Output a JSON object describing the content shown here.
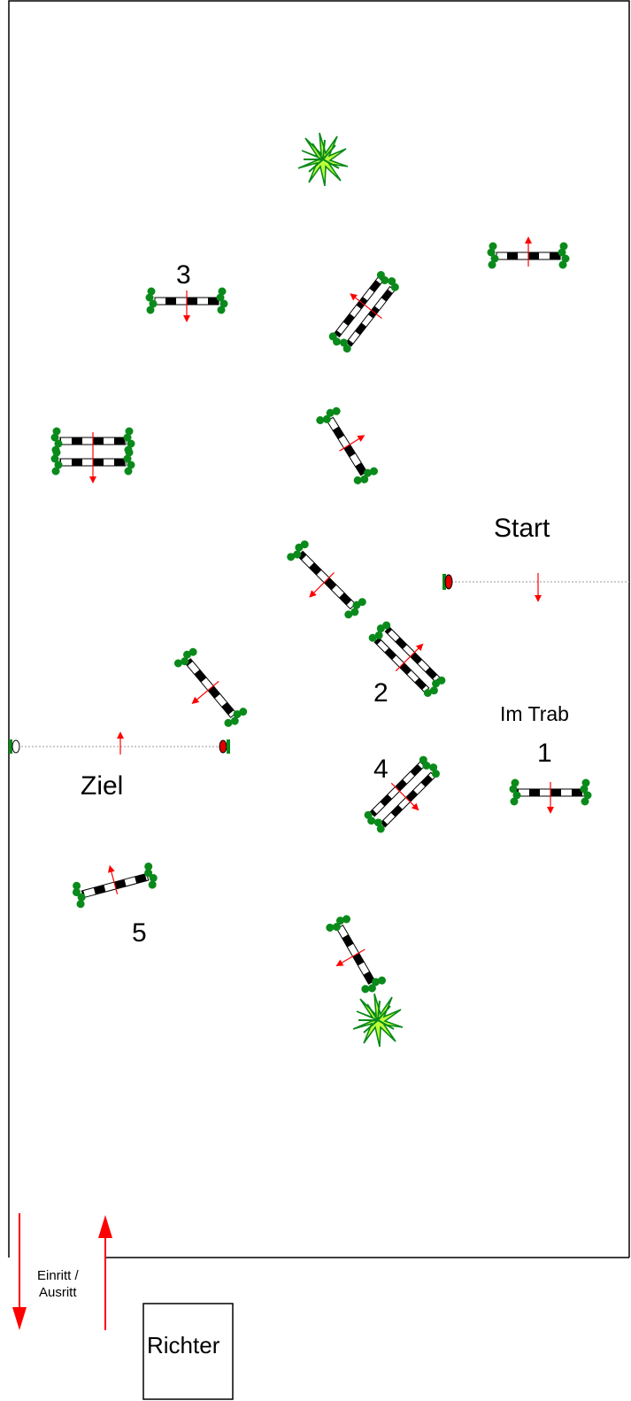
{
  "labels": {
    "start": "Start",
    "finish": "Ziel",
    "gait": "Im Trab",
    "entry_line1": "Einritt /",
    "entry_line2": "Ausritt",
    "judge": "Richter"
  },
  "obstacle_numbers": {
    "n1": "1",
    "n2": "2",
    "n3": "3",
    "n4": "4",
    "n5": "5"
  },
  "colors": {
    "arrow": "#ff0000",
    "foliage": "#0a8a1a",
    "plant": "#bfff3a",
    "pole": "#000000",
    "pole_light": "#ffffff"
  },
  "icons": {
    "fence": "fence-icon",
    "plant": "plant-icon",
    "direction": "arrow-icon",
    "start_post": "start-flag-icon"
  }
}
